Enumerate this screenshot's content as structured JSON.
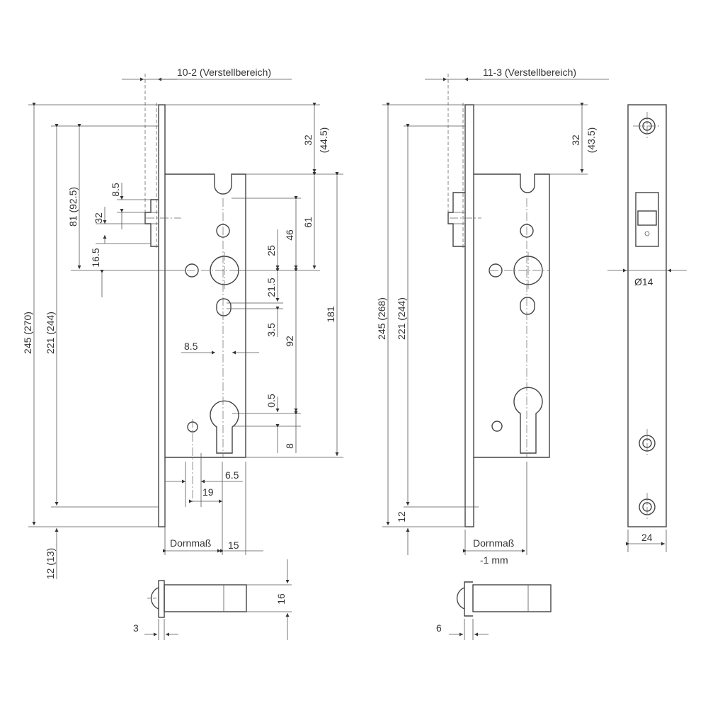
{
  "colors": {
    "line": "#444444",
    "text": "#333333",
    "background": "#ffffff"
  },
  "view_left": {
    "adjust_range": "10-2 (Verstellbereich)",
    "dim_total_height": "245 (270)",
    "dim_hole_span": "221 (244)",
    "dim_strike_upper": "81 (92.5)",
    "dim_8_5_top": "8.5",
    "dim_32_latch": "32",
    "dim_16_5": "16.5",
    "dim_top_32": "32",
    "dim_top_44_5": "(44.5)",
    "dim_61": "61",
    "dim_46": "46",
    "dim_25": "25",
    "dim_21_5": "21.5",
    "dim_3_5": "3.5",
    "dim_92": "92",
    "dim_181": "181",
    "dim_8_5_mid": "8.5",
    "dim_0_5": "0.5",
    "dim_8": "8",
    "dim_6_5": "6.5",
    "dim_19": "19",
    "dim_12_13": "12 (13)",
    "backset": "Dornmaß",
    "dim_15": "15",
    "dim_16": "16",
    "dim_3": "3"
  },
  "view_right": {
    "adjust_range": "11-3 (Verstellbereich)",
    "dim_top_32": "32",
    "dim_top_43_5": "(43.5)",
    "dim_total_height": "245 (268)",
    "dim_hole_span": "221 (244)",
    "dim_12": "12",
    "backset": "Dornmaß",
    "backset_note": "-1 mm",
    "dim_6": "6"
  },
  "faceplate": {
    "dim_diameter": "Ø14",
    "dim_width": "24"
  }
}
